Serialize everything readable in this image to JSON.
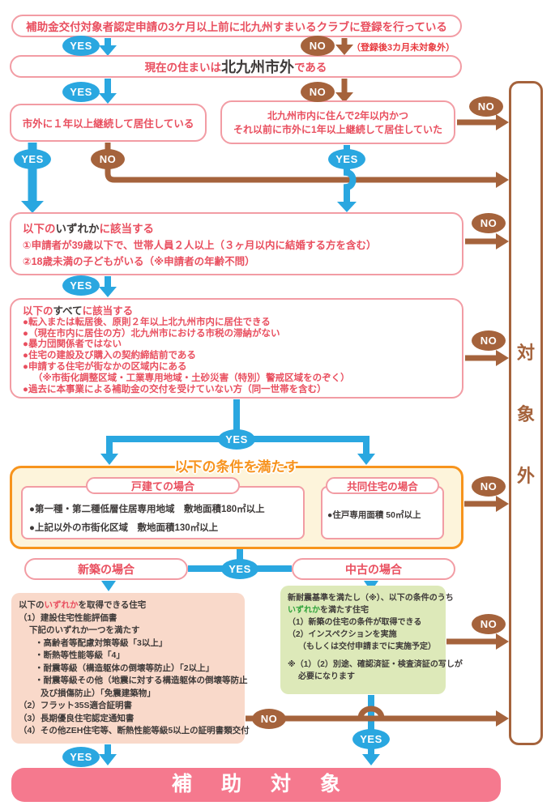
{
  "labels": {
    "yes": "YES",
    "no": "NO"
  },
  "colors": {
    "blue": "#2AA7E0",
    "brown": "#A5633C",
    "pink_border": "#F29CA4",
    "red_text": "#E94F5F",
    "note_red": "#E8383D",
    "dark_text": "#3E3A39",
    "orange_border": "#F7941D",
    "orange_title": "#F7931E",
    "cream_bg": "#FDF4DB",
    "salmon_bg": "#F9D9CA",
    "green_bg": "#DDE9B9",
    "green_text": "#2FA33B",
    "result_bg": "#F5798E"
  },
  "box1": {
    "text": "補助金交付対象者認定申請の3ケ月以上前に北九州すまいるクラブに登録を行っている"
  },
  "note1": "（登録後3カ月未対象外）",
  "box2": {
    "pre": "現在の住まいは",
    "em": "北九州市外",
    "post": "である"
  },
  "box3a": {
    "text": "市外に１年以上継続して居住している"
  },
  "box3b": {
    "lines": [
      "北九州市内に住んで2年以内かつ",
      "それ以前に市外に1年以上継続して居住していた"
    ]
  },
  "box4": {
    "header": {
      "pre": "以下の",
      "em": "いずれか",
      "post": "に該当する"
    },
    "items": [
      "①申請者が39歳以下で、世帯人員２人以上（３ヶ月以内に結婚する方を含む）",
      "②18歳未満の子どもがいる（※申請者の年齢不問）"
    ]
  },
  "box5": {
    "header": {
      "pre": "以下の",
      "em": "すべて",
      "post": "に該当する"
    },
    "items": [
      "●転入または転居後、原則２年以上北九州市内に居住できる",
      "●（現在市内に居住の方）北九州市における市税の滞納がない",
      "●暴力団関係者ではない",
      "●住宅の建設及び購入の契約締結前である",
      "●申請する住宅が街なかの区域内にある",
      "（※市街化調整区域・工業専用地域・土砂災害（特別）警戒区域をのぞく）",
      "●過去に本事業による補助金の交付を受けていない方（同一世帯を含む）"
    ]
  },
  "conditions": {
    "title": "以下の条件を満たす",
    "detached": {
      "label": "戸建ての場合",
      "items": [
        "●第一種・第二種低層住居専用地域　敷地面積180㎡以上",
        "●上記以外の市街化区域　敷地面積130㎡以上"
      ]
    },
    "apartment": {
      "label": "共同住宅の場合",
      "items": [
        "●住戸専用面積 50㎡以上"
      ]
    }
  },
  "newbuild": {
    "label": "新築の場合",
    "header": {
      "pre": "以下の",
      "em": "いずれか",
      "post": "を取得できる住宅"
    },
    "lines": [
      "（1）建設住宅性能評価書",
      "下記のいずれか一つを満たす",
      "・高齢者等配慮対策等級「3以上」",
      "・断熱等性能等級「4」",
      "・耐震等級（構造躯体の倒壊等防止）「2以上」",
      "・耐震等級その他（地震に対する構造躯体の倒壊等防止",
      "及び損傷防止）「免震建築物」",
      "（2）フラット35S適合証明書",
      "（3）長期優良住宅認定通知書",
      "（4）その他ZEH住宅等、断熱性能等級5以上の証明書類交付"
    ]
  },
  "used": {
    "label": "中古の場合",
    "line1": "新耐震基準を満たし（※）、以下の条件のうち",
    "em": "いずれか",
    "em_post": "を満たす住宅",
    "lines": [
      "（1）新築の住宅の条件が取得できる",
      "（2）インスペクションを実施",
      "（もしくは交付申請までに実施予定）"
    ],
    "notes": [
      "※（1）（2）別途、確認済証・検査済証の写しが",
      "必要になります"
    ]
  },
  "excluded": {
    "chars": [
      "対",
      "象",
      "外"
    ]
  },
  "result": {
    "text": "補助対象"
  }
}
